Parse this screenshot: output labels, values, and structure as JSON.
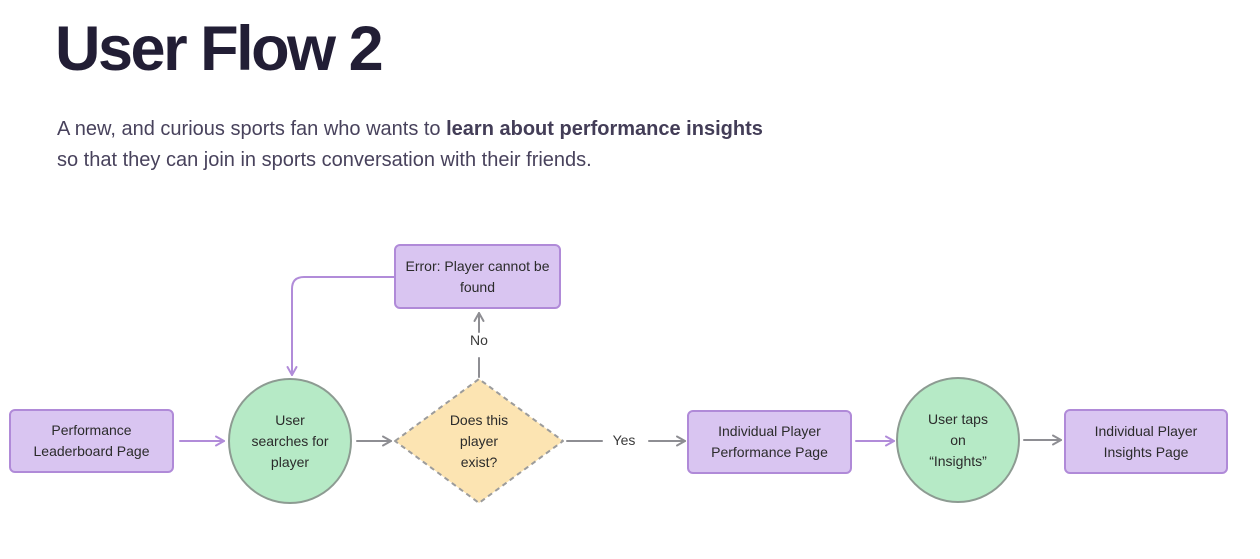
{
  "header": {
    "title": "User Flow 2",
    "subtitle_line1_normal": "A new, and curious sports fan who wants to ",
    "subtitle_line1_bold": "learn about performance insights",
    "subtitle_line2": "so that they can join in sports conversation with their friends."
  },
  "flowchart": {
    "nodes": {
      "performance_leaderboard": {
        "label": "Performance Leaderboard Page",
        "shape": "rectangle",
        "fill": "#d9c5f1",
        "border": "#b08ad8"
      },
      "user_searches": {
        "label": "User searches for player",
        "shape": "circle",
        "fill": "#b6eac6",
        "border": "#8d9b92"
      },
      "player_exists": {
        "label": "Does this player exist?",
        "shape": "diamond",
        "fill": "#fce4b2",
        "border": "#9c9c9c",
        "border_style": "dashed"
      },
      "error_not_found": {
        "label": "Error: Player cannot be found",
        "shape": "rectangle",
        "fill": "#d9c5f1",
        "border": "#b08ad8"
      },
      "individual_performance": {
        "label": "Individual Player Performance Page",
        "shape": "rectangle",
        "fill": "#d9c5f1",
        "border": "#b08ad8"
      },
      "user_taps_insights": {
        "label": "User taps on “Insights”",
        "shape": "circle",
        "fill": "#b6eac6",
        "border": "#8d9b92"
      },
      "individual_insights": {
        "label": "Individual Player Insights Page",
        "shape": "rectangle",
        "fill": "#d9c5f1",
        "border": "#b08ad8"
      }
    },
    "edge_labels": {
      "yes": "Yes",
      "no": "No"
    },
    "edge_colors": {
      "purple": "#b18cd9",
      "grey": "#8e8e93"
    }
  },
  "colors": {
    "title_text": "#221e35",
    "subtitle_text": "#48425c",
    "node_text": "#2b2b2b",
    "background": "#ffffff"
  }
}
